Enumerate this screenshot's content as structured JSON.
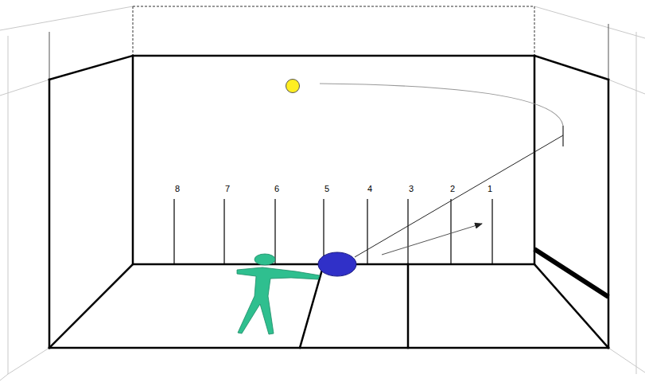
{
  "diagram": {
    "labels": [
      "8",
      "7",
      "6",
      "5",
      "4",
      "3",
      "2",
      "1"
    ]
  }
}
